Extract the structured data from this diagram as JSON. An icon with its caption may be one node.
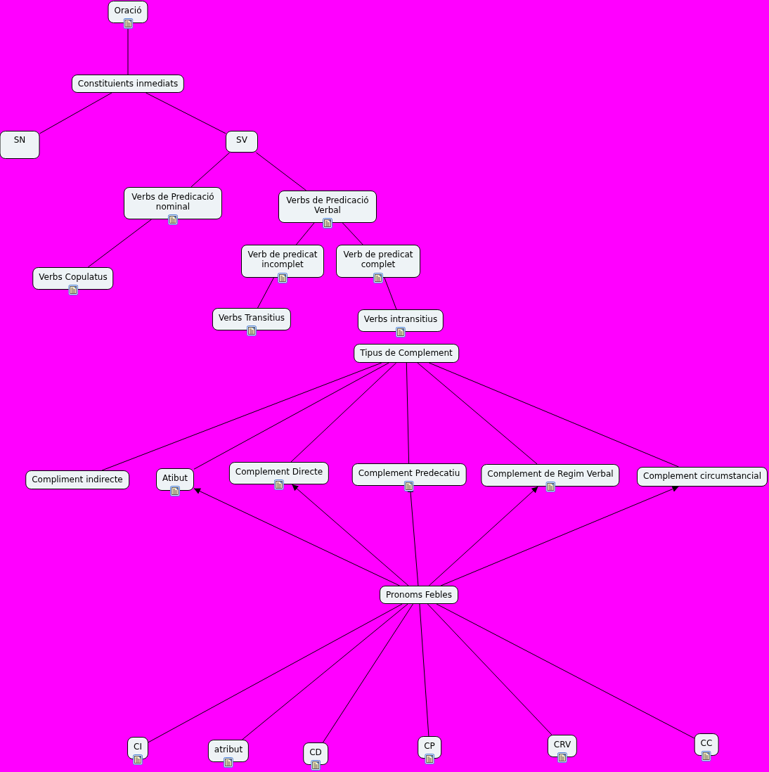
{
  "diagram": {
    "nodes": [
      {
        "text": [
          "Oració"
        ]
      },
      {
        "text": [
          "Constituients inmediats"
        ]
      },
      {
        "text": [
          "SN"
        ]
      },
      {
        "text": [
          "SV"
        ]
      },
      {
        "text": [
          "Verbs de Predicació nominal"
        ]
      },
      {
        "text": [
          "Verbs de Predicació Verbal"
        ]
      },
      {
        "text": [
          "Verb de predicat incomplet"
        ]
      },
      {
        "text": [
          "Verb de predicat complet"
        ]
      },
      {
        "text": [
          "Verbs Copulatus"
        ]
      },
      {
        "text": [
          "Verbs Transitius"
        ]
      },
      {
        "text": [
          "Verbs intransitius"
        ]
      },
      {
        "text": [
          "Tipus de Complement"
        ]
      },
      {
        "text": [
          "Compliment indirecte"
        ]
      },
      {
        "text": [
          "Atibut"
        ]
      },
      {
        "text": [
          "Complement Directe"
        ]
      },
      {
        "text": [
          "Complement Predecatiu"
        ]
      },
      {
        "text": [
          "Complement de Regim Verbal"
        ]
      },
      {
        "text": [
          "Complement circumstancial"
        ]
      },
      {
        "text": [
          "Pronoms Febles"
        ]
      },
      {
        "text": [
          "CI"
        ]
      },
      {
        "text": [
          "atribut"
        ]
      },
      {
        "text": [
          "CD"
        ]
      },
      {
        "text": [
          "CP"
        ]
      },
      {
        "text": [
          "CRV"
        ]
      },
      {
        "text": [
          "CC"
        ]
      }
    ],
    "edges": [
      {
        "from": 0,
        "to": 1,
        "arrow": "none"
      },
      {
        "from": 1,
        "to": 2,
        "arrow": "none"
      },
      {
        "from": 1,
        "to": 3,
        "arrow": "none"
      },
      {
        "from": 3,
        "to": 4,
        "arrow": "none"
      },
      {
        "from": 3,
        "to": 5,
        "arrow": "none"
      },
      {
        "from": 4,
        "to": 8,
        "arrow": "none"
      },
      {
        "from": 5,
        "to": 6,
        "arrow": "none"
      },
      {
        "from": 5,
        "to": 7,
        "arrow": "none"
      },
      {
        "from": 6,
        "to": 9,
        "arrow": "none"
      },
      {
        "from": 7,
        "to": 10,
        "arrow": "none"
      },
      {
        "from": 11,
        "to": 12,
        "arrow": "none"
      },
      {
        "from": 11,
        "to": 13,
        "arrow": "none"
      },
      {
        "from": 11,
        "to": 14,
        "arrow": "none"
      },
      {
        "from": 11,
        "to": 15,
        "arrow": "none"
      },
      {
        "from": 11,
        "to": 16,
        "arrow": "none"
      },
      {
        "from": 11,
        "to": 17,
        "arrow": "none"
      },
      {
        "from": 18,
        "to": 13,
        "arrow": "to"
      },
      {
        "from": 18,
        "to": 14,
        "arrow": "to"
      },
      {
        "from": 18,
        "to": 15,
        "arrow": "to"
      },
      {
        "from": 18,
        "to": 16,
        "arrow": "to"
      },
      {
        "from": 18,
        "to": 17,
        "arrow": "to"
      },
      {
        "from": 18,
        "to": 19,
        "arrow": "none"
      },
      {
        "from": 18,
        "to": 20,
        "arrow": "none"
      },
      {
        "from": 18,
        "to": 21,
        "arrow": "none"
      },
      {
        "from": 18,
        "to": 22,
        "arrow": "none"
      },
      {
        "from": 18,
        "to": 23,
        "arrow": "none"
      },
      {
        "from": 18,
        "to": 24,
        "arrow": "none"
      }
    ]
  }
}
